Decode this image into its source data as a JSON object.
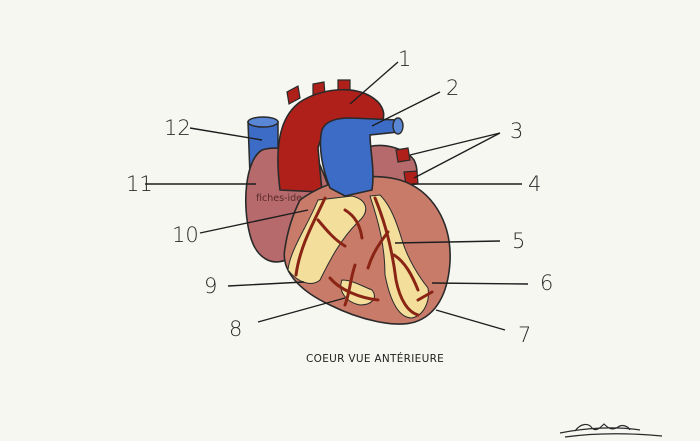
{
  "caption": "COEUR VUE ANTÉRIEURE",
  "watermark": "fiches-ide",
  "labels": [
    "1",
    "2",
    "3",
    "4",
    "5",
    "6",
    "7",
    "8",
    "9",
    "10",
    "11",
    "12"
  ],
  "colors": {
    "artery_red": "#b0201a",
    "vein_blue": "#3d6cc7",
    "myocardium": "#c97b6a",
    "atrium": "#b76a6b",
    "coronary_fat": "#f3df9b",
    "coronary_vessel": "#8a2515",
    "outline": "#2a2a2a",
    "background": "#f7f7f2"
  }
}
